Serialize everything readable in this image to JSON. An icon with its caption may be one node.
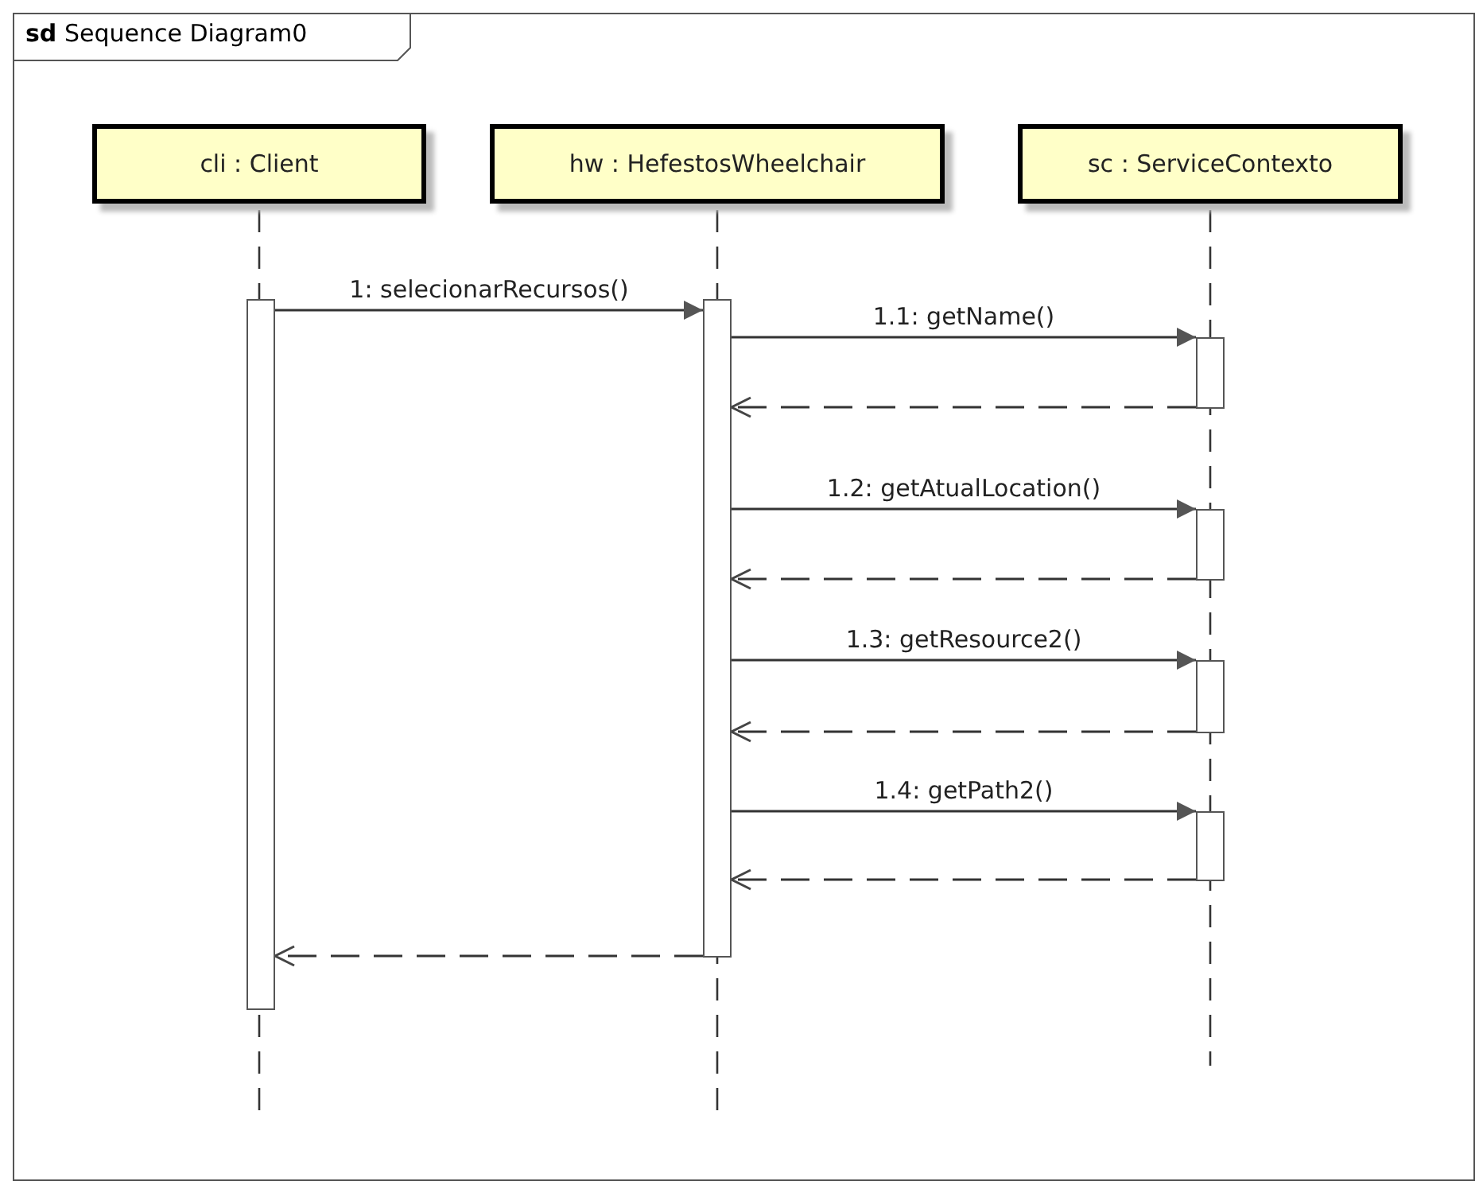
{
  "diagram": {
    "title": "**sd** Sequence Diagram0",
    "nodes": [
      {
        "text": [
          "cli : Client"
        ]
      },
      {
        "text": [
          "hw : HefestosWheelchair"
        ]
      },
      {
        "text": [
          "sc : ServiceContexto"
        ]
      },
      {
        "text": [],
        "shape": "bar"
      },
      {
        "text": [],
        "shape": "bar"
      },
      {
        "text": [],
        "shape": "bar"
      },
      {
        "text": [],
        "shape": "bar"
      },
      {
        "text": [],
        "shape": "bar"
      },
      {
        "text": [],
        "shape": "bar"
      }
    ],
    "edges": [
      {
        "from": 3,
        "to": 4,
        "arrow": "to",
        "label": "1: selecionarRecursos()"
      },
      {
        "from": 4,
        "to": 5,
        "arrow": "to",
        "label": "1.1: getName()"
      },
      {
        "from": 5,
        "to": 4,
        "arrow": "to",
        "style": "dashed"
      },
      {
        "from": 4,
        "to": 6,
        "arrow": "to",
        "label": "1.2: getAtualLocation()"
      },
      {
        "from": 6,
        "to": 4,
        "arrow": "to",
        "style": "dashed"
      },
      {
        "from": 4,
        "to": 7,
        "arrow": "to",
        "label": "1.3: getResource2()"
      },
      {
        "from": 7,
        "to": 4,
        "arrow": "to",
        "style": "dashed"
      },
      {
        "from": 4,
        "to": 8,
        "arrow": "to",
        "label": "1.4: getPath2()"
      },
      {
        "from": 8,
        "to": 4,
        "arrow": "to",
        "style": "dashed"
      },
      {
        "from": 4,
        "to": 3,
        "arrow": "to",
        "style": "dashed"
      }
    ]
  }
}
